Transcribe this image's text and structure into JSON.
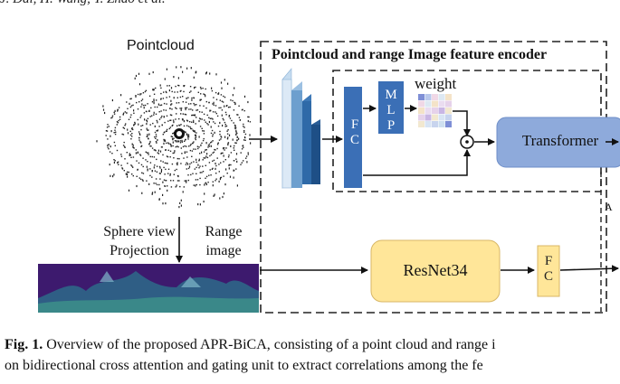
{
  "header": {
    "authors": "J. Dai, H. Wang, Y. Zhao et al."
  },
  "diagram": {
    "pointcloud_label": "Pointcloud",
    "encoder_title": "Pointcloud and range Image feature encoder",
    "fc_label": "F\nC",
    "mlp_label": "M\nL\nP",
    "weight_label": "weight",
    "transformer_label": "Transformer",
    "projection_label": "Sphere view\nProjection",
    "range_label": "Range\nimage",
    "resnet_label": "ResNet34",
    "fc2_label": "F\nC",
    "edge_label": "A"
  },
  "caption": {
    "figure": "Fig. 1.",
    "line1": "Overview of the proposed APR-BiCA, consisting of a point cloud and range i",
    "line2": "on bidirectional cross attention and gating unit to extract correlations among the fe"
  },
  "colors": {
    "cnn_light": "#c6dcf0",
    "cnn_mid": "#6d9fce",
    "cnn_dark": "#2f6aa8",
    "fc_blue": "#3b6fb6",
    "transformer_fill": "#8eaadb",
    "resnet_fill": "#ffe699",
    "fc2_fill": "#ffe699",
    "range_image_bg": "#3d1a6e"
  }
}
